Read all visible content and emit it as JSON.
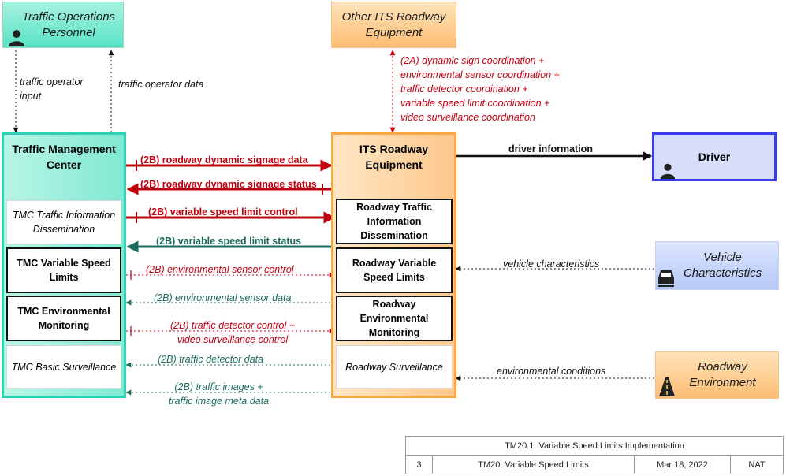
{
  "terminators": {
    "traffic_ops": "Traffic Operations Personnel",
    "other_its": "Other ITS Roadway Equipment",
    "driver": "Driver",
    "vehicle": "Vehicle Characteristics",
    "roadway_env": "Roadway Environment"
  },
  "systems": {
    "tmc": {
      "title": "Traffic Management Center",
      "elements": [
        "TMC Traffic Information Dissemination",
        "TMC Variable Speed Limits",
        "TMC Environmental Monitoring",
        "TMC Basic Surveillance"
      ]
    },
    "its": {
      "title": "ITS Roadway Equipment",
      "elements": [
        "Roadway Traffic Information Dissemination",
        "Roadway Variable Speed Limits",
        "Roadway Environmental Monitoring",
        "Roadway Surveillance"
      ]
    }
  },
  "flows": {
    "operator_input": "traffic operator input",
    "operator_data": "traffic operator data",
    "its_coordination": [
      "(2A) dynamic sign coordination +",
      "environmental sensor coordination +",
      "traffic detector coordination +",
      "variable speed limit coordination +",
      "video surveillance coordination"
    ],
    "driver_info": "driver information",
    "signage_data": "(2B) roadway dynamic signage data",
    "signage_status": "(2B) roadway dynamic signage status",
    "vsl_control": "(2B) variable speed limit control",
    "vsl_status": "(2B) variable speed limit status",
    "env_sensor_control": "(2B) environmental sensor control",
    "env_sensor_data": "(2B) environmental sensor data",
    "detector_control": [
      "(2B) traffic detector control +",
      "video surveillance control"
    ],
    "detector_data": "(2B) traffic detector data",
    "traffic_images": [
      "(2B) traffic images +",
      "traffic image meta data"
    ],
    "vehicle_char": "vehicle characteristics",
    "env_conditions": "environmental conditions"
  },
  "title_block": {
    "title": "TM20.1: Variable Speed Limits Implementation",
    "number": "3",
    "package": "TM20: Variable Speed Limits",
    "date": "Mar 18, 2022",
    "author": "NAT"
  },
  "colors": {
    "request_flow": "#c0000f",
    "status_flow": "#1b6b5b",
    "teal": "#2fd0b3",
    "orange": "#f7a843",
    "driver_border": "#3a3aee"
  }
}
